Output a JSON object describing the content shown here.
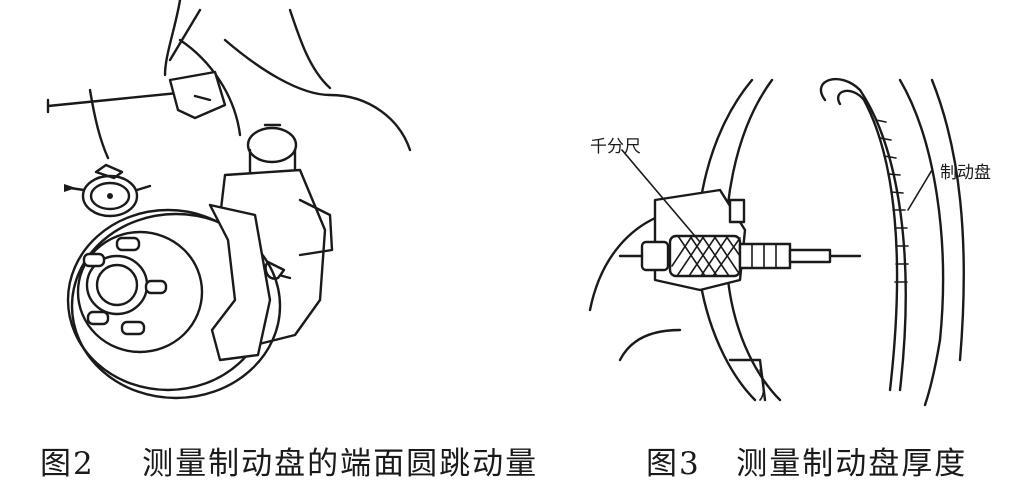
{
  "figure2": {
    "number": "图2",
    "caption": "测量制动盘的端面圆跳动量"
  },
  "figure3": {
    "number": "图3",
    "caption": "测量制动盘厚度",
    "labels": {
      "micrometer": "千分尺",
      "brake_disc": "制动盘"
    }
  }
}
